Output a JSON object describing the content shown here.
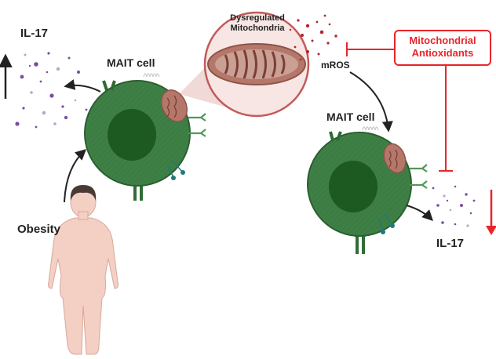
{
  "labels": {
    "il17_top": "IL-17",
    "mait_cell_left": "MAIT cell",
    "mait_cell_right": "MAIT cell",
    "il17_bottom": "IL-17",
    "obesity": "Obesity",
    "dysregulated_mitochondria": "Dysregulated Mitochondria",
    "mros": "mROS",
    "mitochondrial_antioxidants": "Mitochondrial Antioxidants"
  },
  "colors": {
    "cell_body": "#3e7f45",
    "cell_outline": "#2b5e31",
    "nucleus": "#1c5a22",
    "mitochondria": "#b4776a",
    "inset_border": "#c25a5a",
    "inset_fill": "#f7e6e3",
    "inhibitor_red": "#e8252a",
    "cytokine_purple": "#7b4fa0",
    "ros_red": "#b3262b",
    "receptor_green": "#4e9a56",
    "receptor_teal": "#1f7a79",
    "skin": "#f4cfc4",
    "hair": "#4a3a36",
    "arrow": "#222222"
  },
  "icons": [
    "mitochondria-icon",
    "mait-cell-icon",
    "human-figure-icon",
    "cytokine-dots-icon"
  ]
}
